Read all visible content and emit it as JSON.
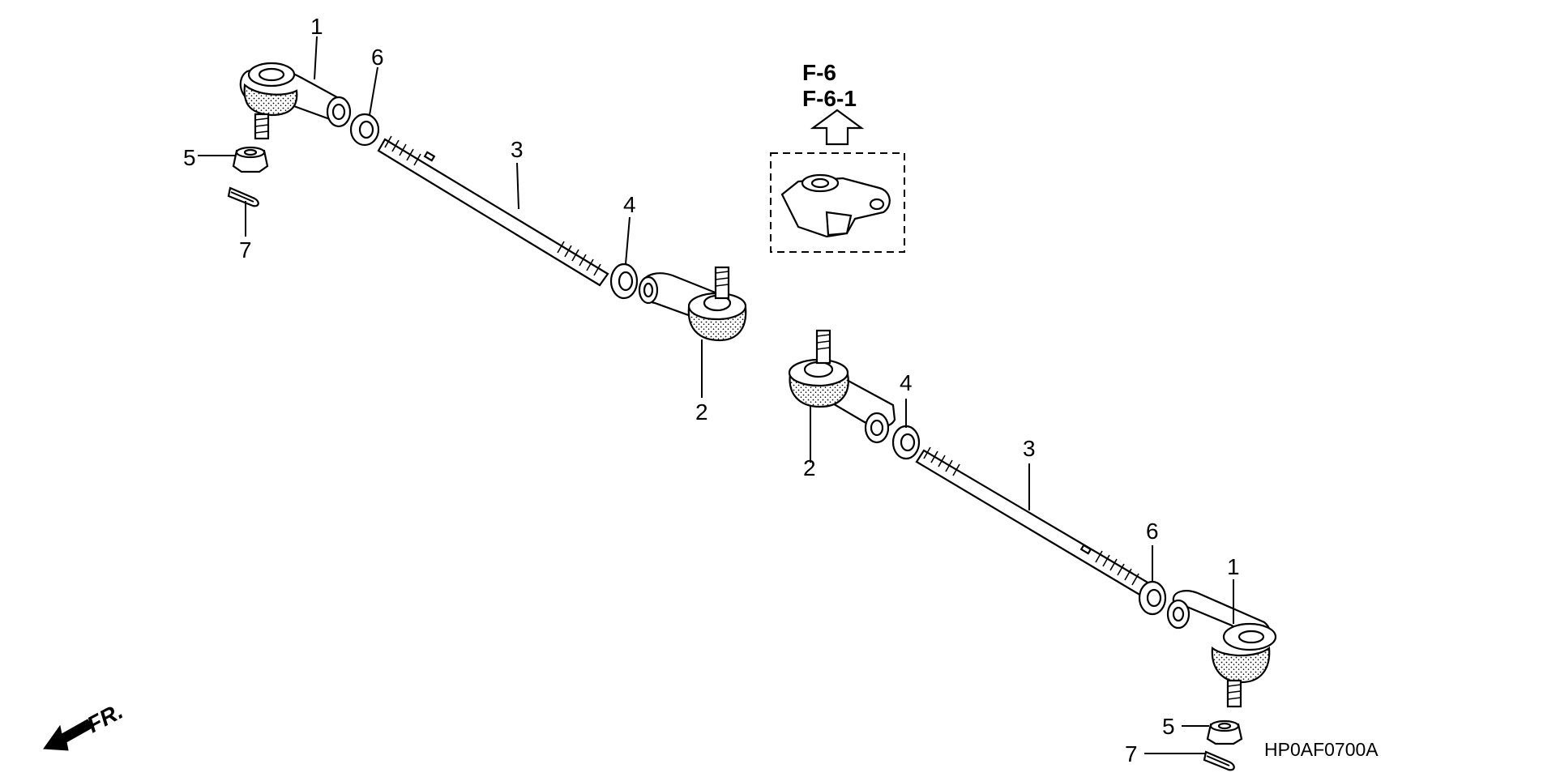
{
  "diagram": {
    "part_code": "HP0AF0700A",
    "front_marker": "FR.",
    "references": [
      "F-6",
      "F-6-1"
    ],
    "callouts": {
      "tie_rod_end_a": "1",
      "tie_rod_end_b": "2",
      "tie_rod": "3",
      "lock_nut_b": "4",
      "castle_nut": "5",
      "lock_nut_a": "6",
      "cotter_pin": "7"
    }
  }
}
